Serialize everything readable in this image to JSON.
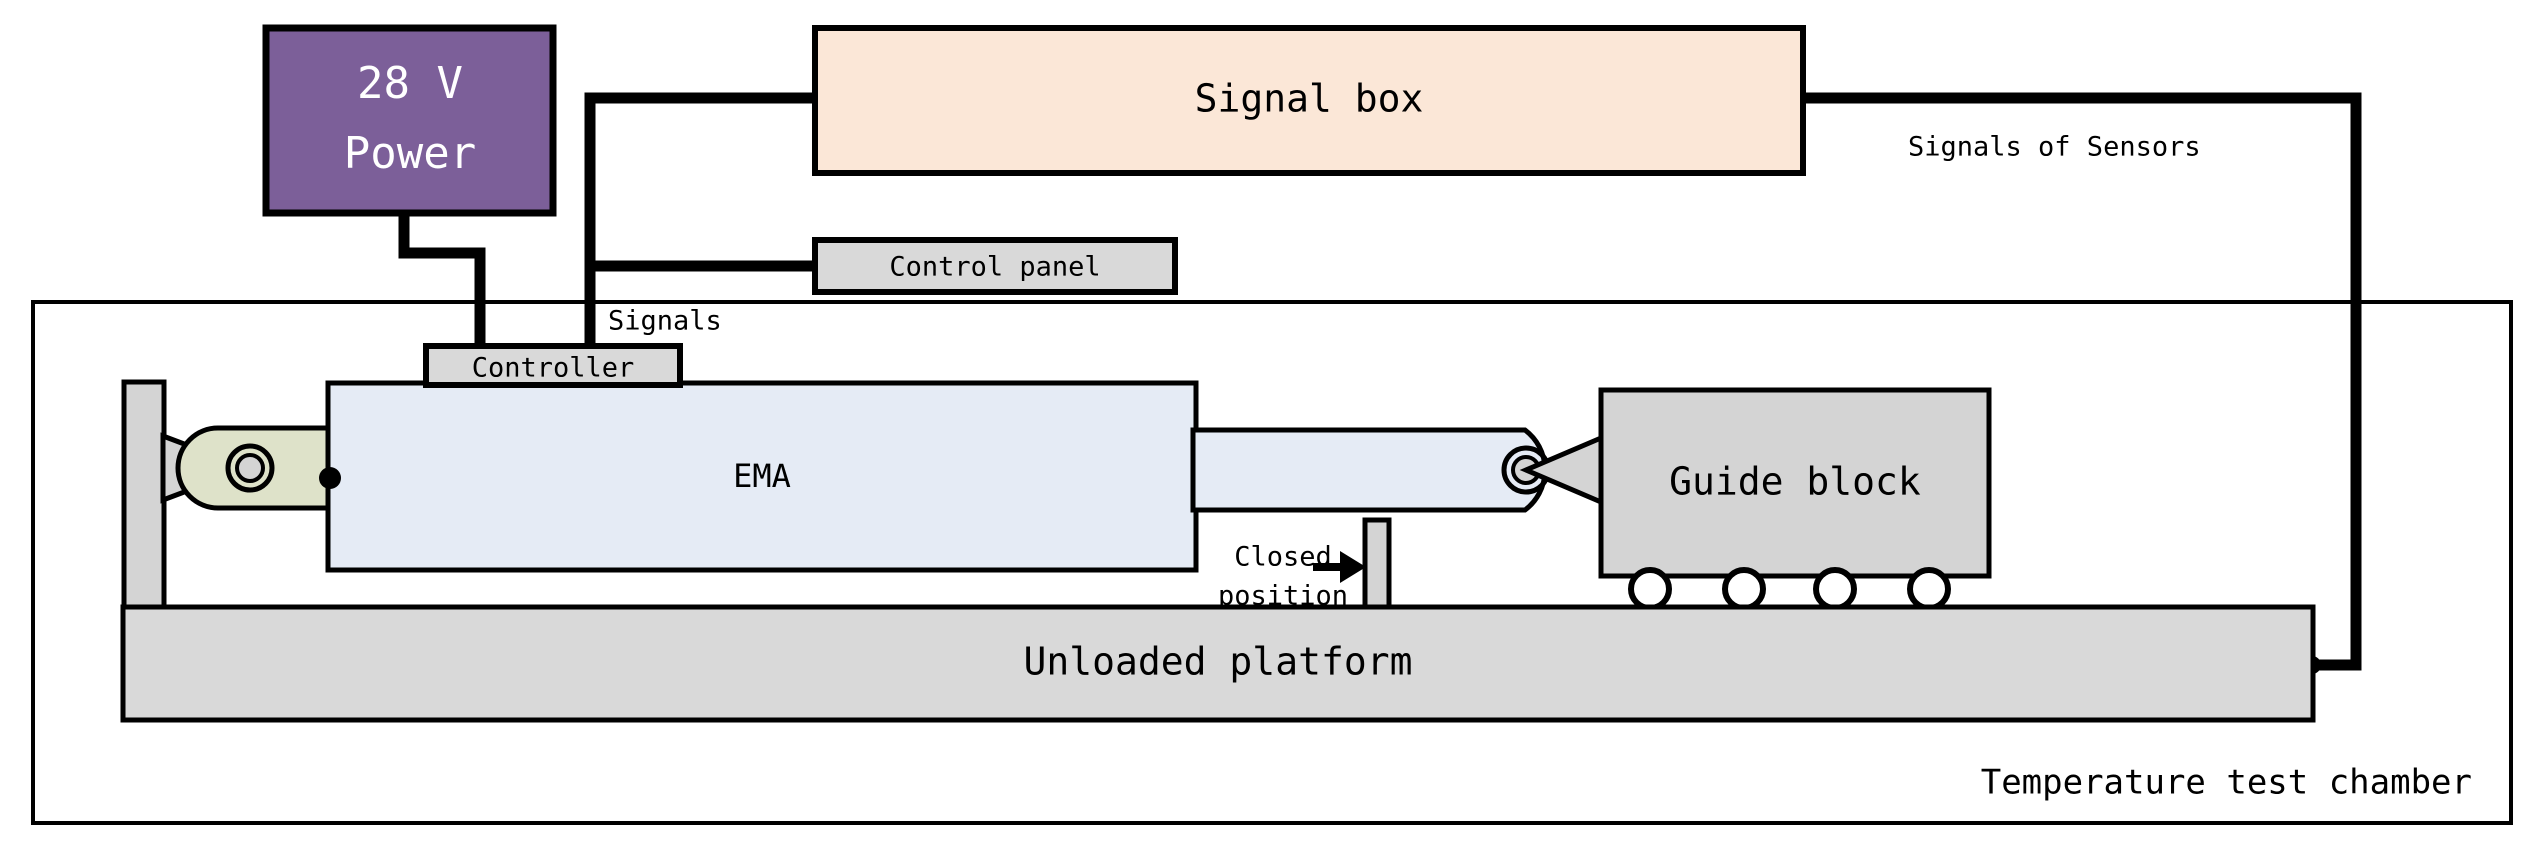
{
  "diagram": {
    "title": "EMA temperature test chamber schematic",
    "background": "#FFFFFF"
  },
  "blocks": {
    "power": {
      "label_line1": "28 V",
      "label_line2": "Power",
      "fill": "#7C5F99",
      "stroke": "#000000",
      "text_color": "#FFFFFF"
    },
    "signal_box": {
      "label": "Signal box",
      "fill": "#FBE7D7",
      "stroke": "#000000"
    },
    "control_panel": {
      "label": "Control panel",
      "fill": "#D9D9D9",
      "stroke": "#000000"
    },
    "controller": {
      "label": "Controller",
      "fill": "#D9D9D9",
      "stroke": "#000000"
    },
    "ema": {
      "label": "EMA",
      "fill": "#E5EBF5",
      "stroke": "#000000"
    },
    "guide_block": {
      "label": "Guide block",
      "fill": "#D4D4D4",
      "stroke": "#000000",
      "wheel_count": 4,
      "wheel_fill": "#FFFFFF"
    },
    "platform": {
      "label": "Unloaded platform",
      "fill": "#D9D9D9",
      "stroke": "#000000"
    },
    "chamber": {
      "label": "Temperature test chamber",
      "fill": "none",
      "stroke": "#000000"
    },
    "mount_post": {
      "label": "left-mount-post",
      "fill": "#D4D4D4",
      "stroke": "#000000"
    },
    "rear_joint": {
      "label": "rear-clevis-joint",
      "fill": "#DEE2C9",
      "stroke": "#000000"
    },
    "rod": {
      "label": "actuator-rod",
      "fill": "#E5EBF5",
      "stroke": "#000000"
    },
    "closed_stop": {
      "label": "closed-position-stop",
      "fill": "#D4D4D4",
      "stroke": "#000000"
    }
  },
  "annotations": {
    "signals": "Signals",
    "signals_of_sensors": "Signals of Sensors",
    "closed_position_line1": "Closed",
    "closed_position_line2": "position"
  },
  "wiring": {
    "power_to_controller": "28 V Power supply feeds the Controller",
    "signalbox_to_controller": "Signal box carries Signals down to the Controller",
    "signalbox_to_controlpanel": "Signal box branches left to the Control panel",
    "sensors_to_platform": "Signals of Sensors run from the Signal box to the Unloaded platform",
    "line_color": "#000000",
    "line_width": 11
  }
}
